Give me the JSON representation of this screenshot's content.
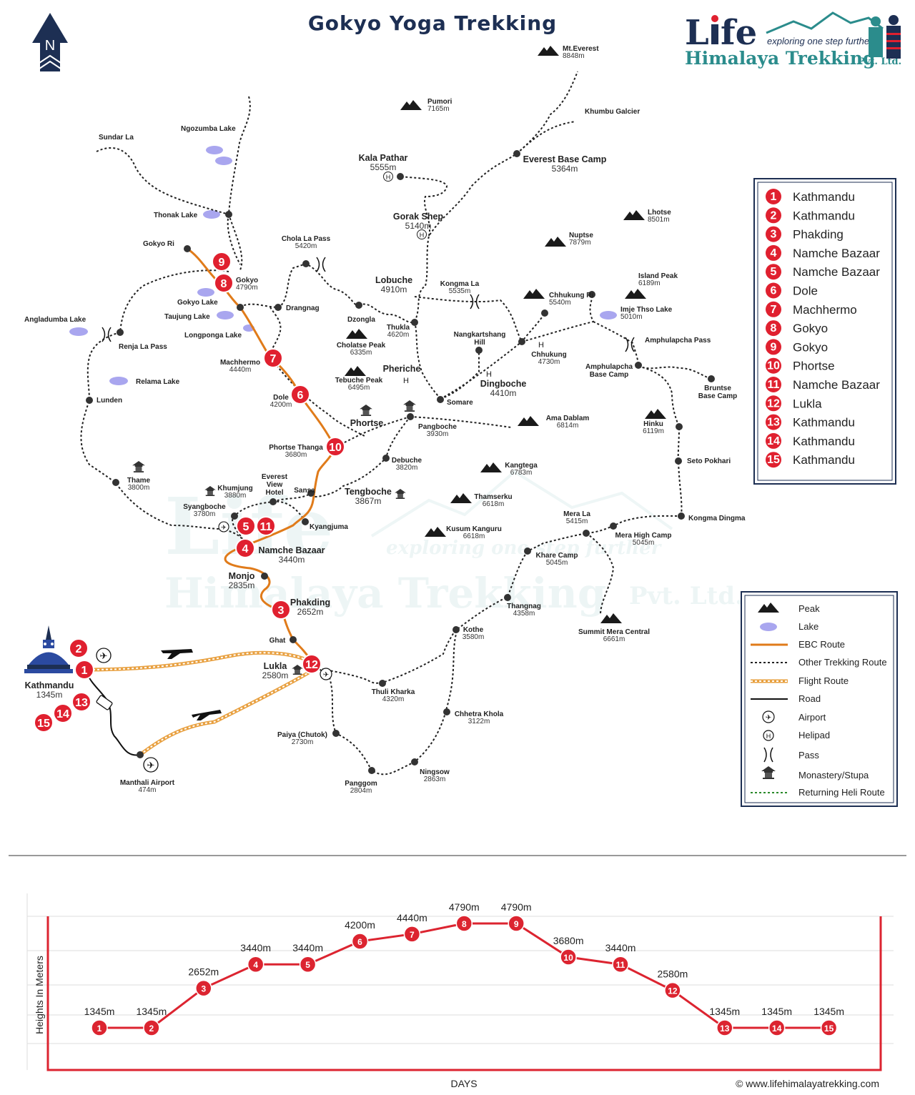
{
  "title": "Gokyo Yoga Trekking",
  "north": "N",
  "logo": {
    "word_a": "L",
    "word_b": "fe",
    "tagline": "exploring one step further",
    "line2": "Himalaya Trekking",
    "suffix": "Pvt. Ltd."
  },
  "watermark": {
    "word": "Life",
    "tagline": "exploring one step further",
    "line2": "Himalaya Trekking",
    "suffix": "Pvt. Ltd."
  },
  "colors": {
    "ebc": "#e07b1a",
    "marker": "#e0202f",
    "flight": "#e8a040",
    "navy": "#1d2f53",
    "lake": "#a9a6ef",
    "profile": "#dc2430"
  },
  "places": [
    {
      "name": "Mt.Everest",
      "alt": "8848m"
    },
    {
      "name": "Pumori",
      "alt": "7165m"
    },
    {
      "name": "Khumbu Galcier",
      "alt": ""
    },
    {
      "name": "Sundar La",
      "alt": ""
    },
    {
      "name": "Ngozumba Lake",
      "alt": ""
    },
    {
      "name": "Kala Pathar",
      "alt": "5555m"
    },
    {
      "name": "Everest Base Camp",
      "alt": "5364m"
    },
    {
      "name": "Thonak Lake",
      "alt": ""
    },
    {
      "name": "Gorak Shep",
      "alt": "5140m"
    },
    {
      "name": "Lhotse",
      "alt": "8501m"
    },
    {
      "name": "Chola La Pass",
      "alt": "5420m"
    },
    {
      "name": "Gokyo Ri",
      "alt": ""
    },
    {
      "name": "Nuptse",
      "alt": "7879m"
    },
    {
      "name": "Gokyo",
      "alt": "4790m"
    },
    {
      "name": "Lobuche",
      "alt": "4910m"
    },
    {
      "name": "Kongma La",
      "alt": "5535m"
    },
    {
      "name": "Island Peak",
      "alt": "6189m"
    },
    {
      "name": "Gokyo Lake",
      "alt": ""
    },
    {
      "name": "Drangnag",
      "alt": ""
    },
    {
      "name": "Chhukung Ri",
      "alt": "5540m"
    },
    {
      "name": "Angladumba Lake",
      "alt": ""
    },
    {
      "name": "Taujung Lake",
      "alt": ""
    },
    {
      "name": "Dzongla",
      "alt": ""
    },
    {
      "name": "Imje Thso Lake",
      "alt": "5010m"
    },
    {
      "name": "Thukla",
      "alt": "4620m"
    },
    {
      "name": "Nangkartshang Hill",
      "alt": ""
    },
    {
      "name": "Longponga Lake",
      "alt": ""
    },
    {
      "name": "Renja La Pass",
      "alt": ""
    },
    {
      "name": "Amphulapcha Pass",
      "alt": ""
    },
    {
      "name": "Cholatse Peak",
      "alt": "6335m"
    },
    {
      "name": "Chhukung",
      "alt": "4730m"
    },
    {
      "name": "Machhermo",
      "alt": "4440m"
    },
    {
      "name": "Amphulapcha Base Camp",
      "alt": ""
    },
    {
      "name": "Pheriche",
      "alt": ""
    },
    {
      "name": "Tebuche Peak",
      "alt": "6495m"
    },
    {
      "name": "Relama Lake",
      "alt": ""
    },
    {
      "name": "Bruntse Base Camp",
      "alt": ""
    },
    {
      "name": "Dingboche",
      "alt": "4410m"
    },
    {
      "name": "Dole",
      "alt": "4200m"
    },
    {
      "name": "Lunden",
      "alt": ""
    },
    {
      "name": "Somare",
      "alt": ""
    },
    {
      "name": "Hinku",
      "alt": "6119m"
    },
    {
      "name": "Ama Dablam",
      "alt": "6814m"
    },
    {
      "name": "Phortse",
      "alt": ""
    },
    {
      "name": "Pangboche",
      "alt": "3930m"
    },
    {
      "name": "Phortse Thanga",
      "alt": "3680m"
    },
    {
      "name": "Debuche",
      "alt": "3820m"
    },
    {
      "name": "Seto Pokhari",
      "alt": ""
    },
    {
      "name": "Kangtega",
      "alt": "6783m"
    },
    {
      "name": "Thame",
      "alt": "3800m"
    },
    {
      "name": "Everest View Hotel",
      "alt": ""
    },
    {
      "name": "Khumjung",
      "alt": "3880m"
    },
    {
      "name": "Tengboche",
      "alt": "3867m"
    },
    {
      "name": "Sansa",
      "alt": ""
    },
    {
      "name": "Thamserku",
      "alt": "6618m"
    },
    {
      "name": "Syangboche",
      "alt": "3780m"
    },
    {
      "name": "Kongma Dingma",
      "alt": ""
    },
    {
      "name": "Mera La",
      "alt": "5415m"
    },
    {
      "name": "Kyangjuma",
      "alt": ""
    },
    {
      "name": "Kusum Kanguru",
      "alt": "6618m"
    },
    {
      "name": "Mera High Camp",
      "alt": "5045m"
    },
    {
      "name": "Namche Bazaar",
      "alt": "3440m"
    },
    {
      "name": "Khare Camp",
      "alt": "5045m"
    },
    {
      "name": "Monjo",
      "alt": "2835m"
    },
    {
      "name": "Phakding",
      "alt": "2652m"
    },
    {
      "name": "Thangnag",
      "alt": "4358m"
    },
    {
      "name": "Summit Mera Central",
      "alt": "6661m"
    },
    {
      "name": "Kothe",
      "alt": "3580m"
    },
    {
      "name": "Ghat",
      "alt": ""
    },
    {
      "name": "Lukla",
      "alt": "2580m"
    },
    {
      "name": "Kathmandu",
      "alt": "1345m"
    },
    {
      "name": "Thuli Kharka",
      "alt": "4320m"
    },
    {
      "name": "Chhetra Khola",
      "alt": "3122m"
    },
    {
      "name": "Paiya (Chutok)",
      "alt": "2730m"
    },
    {
      "name": "Ningsow",
      "alt": "2863m"
    },
    {
      "name": "Panggom",
      "alt": "2804m"
    },
    {
      "name": "Manthali Airport",
      "alt": "474m"
    }
  ],
  "itinerary": [
    {
      "num": "1",
      "name": "Kathmandu"
    },
    {
      "num": "2",
      "name": "Kathmandu"
    },
    {
      "num": "3",
      "name": "Phakding"
    },
    {
      "num": "4",
      "name": "Namche Bazaar"
    },
    {
      "num": "5",
      "name": "Namche Bazaar"
    },
    {
      "num": "6",
      "name": "Dole"
    },
    {
      "num": "7",
      "name": "Machhermo"
    },
    {
      "num": "8",
      "name": "Gokyo"
    },
    {
      "num": "9",
      "name": "Gokyo"
    },
    {
      "num": "10",
      "name": "Phortse"
    },
    {
      "num": "11",
      "name": "Namche Bazaar"
    },
    {
      "num": "12",
      "name": "Lukla"
    },
    {
      "num": "13",
      "name": "Kathmandu"
    },
    {
      "num": "14",
      "name": "Kathmandu"
    },
    {
      "num": "15",
      "name": "Kathmandu"
    }
  ],
  "legend": [
    {
      "icon": "peak",
      "label": "Peak"
    },
    {
      "icon": "lake",
      "label": "Lake"
    },
    {
      "icon": "ebc",
      "label": "EBC Route"
    },
    {
      "icon": "other",
      "label": "Other Trekking Route"
    },
    {
      "icon": "flight",
      "label": "Flight Route"
    },
    {
      "icon": "road",
      "label": "Road"
    },
    {
      "icon": "airport",
      "label": "Airport"
    },
    {
      "icon": "helipad",
      "label": "Helipad"
    },
    {
      "icon": "pass",
      "label": "Pass"
    },
    {
      "icon": "monastery",
      "label": "Monastery/Stupa"
    },
    {
      "icon": "heli",
      "label": "Returning Heli Route"
    }
  ],
  "map_symbols": {
    "helipad": "H",
    "airport": "✈"
  },
  "profile": {
    "ylabel": "Heights In Meters",
    "xlabel": "DAYS",
    "copyright": "© www.lifehimalayatrekking.com",
    "points": [
      {
        "num": "1",
        "label": "1345m",
        "alt": 1345
      },
      {
        "num": "2",
        "label": "1345m",
        "alt": 1345
      },
      {
        "num": "3",
        "label": "2652m",
        "alt": 2652
      },
      {
        "num": "4",
        "label": "3440m",
        "alt": 3440
      },
      {
        "num": "5",
        "label": "3440m",
        "alt": 3440
      },
      {
        "num": "6",
        "label": "4200m",
        "alt": 4200
      },
      {
        "num": "7",
        "label": "4440m",
        "alt": 4440
      },
      {
        "num": "8",
        "label": "4790m",
        "alt": 4790
      },
      {
        "num": "9",
        "label": "4790m",
        "alt": 4790
      },
      {
        "num": "10",
        "label": "3680m",
        "alt": 3680
      },
      {
        "num": "11",
        "label": "3440m",
        "alt": 3440
      },
      {
        "num": "12",
        "label": "2580m",
        "alt": 2580
      },
      {
        "num": "13",
        "label": "1345m",
        "alt": 1345
      },
      {
        "num": "14",
        "label": "1345m",
        "alt": 1345
      },
      {
        "num": "15",
        "label": "1345m",
        "alt": 1345
      }
    ]
  }
}
